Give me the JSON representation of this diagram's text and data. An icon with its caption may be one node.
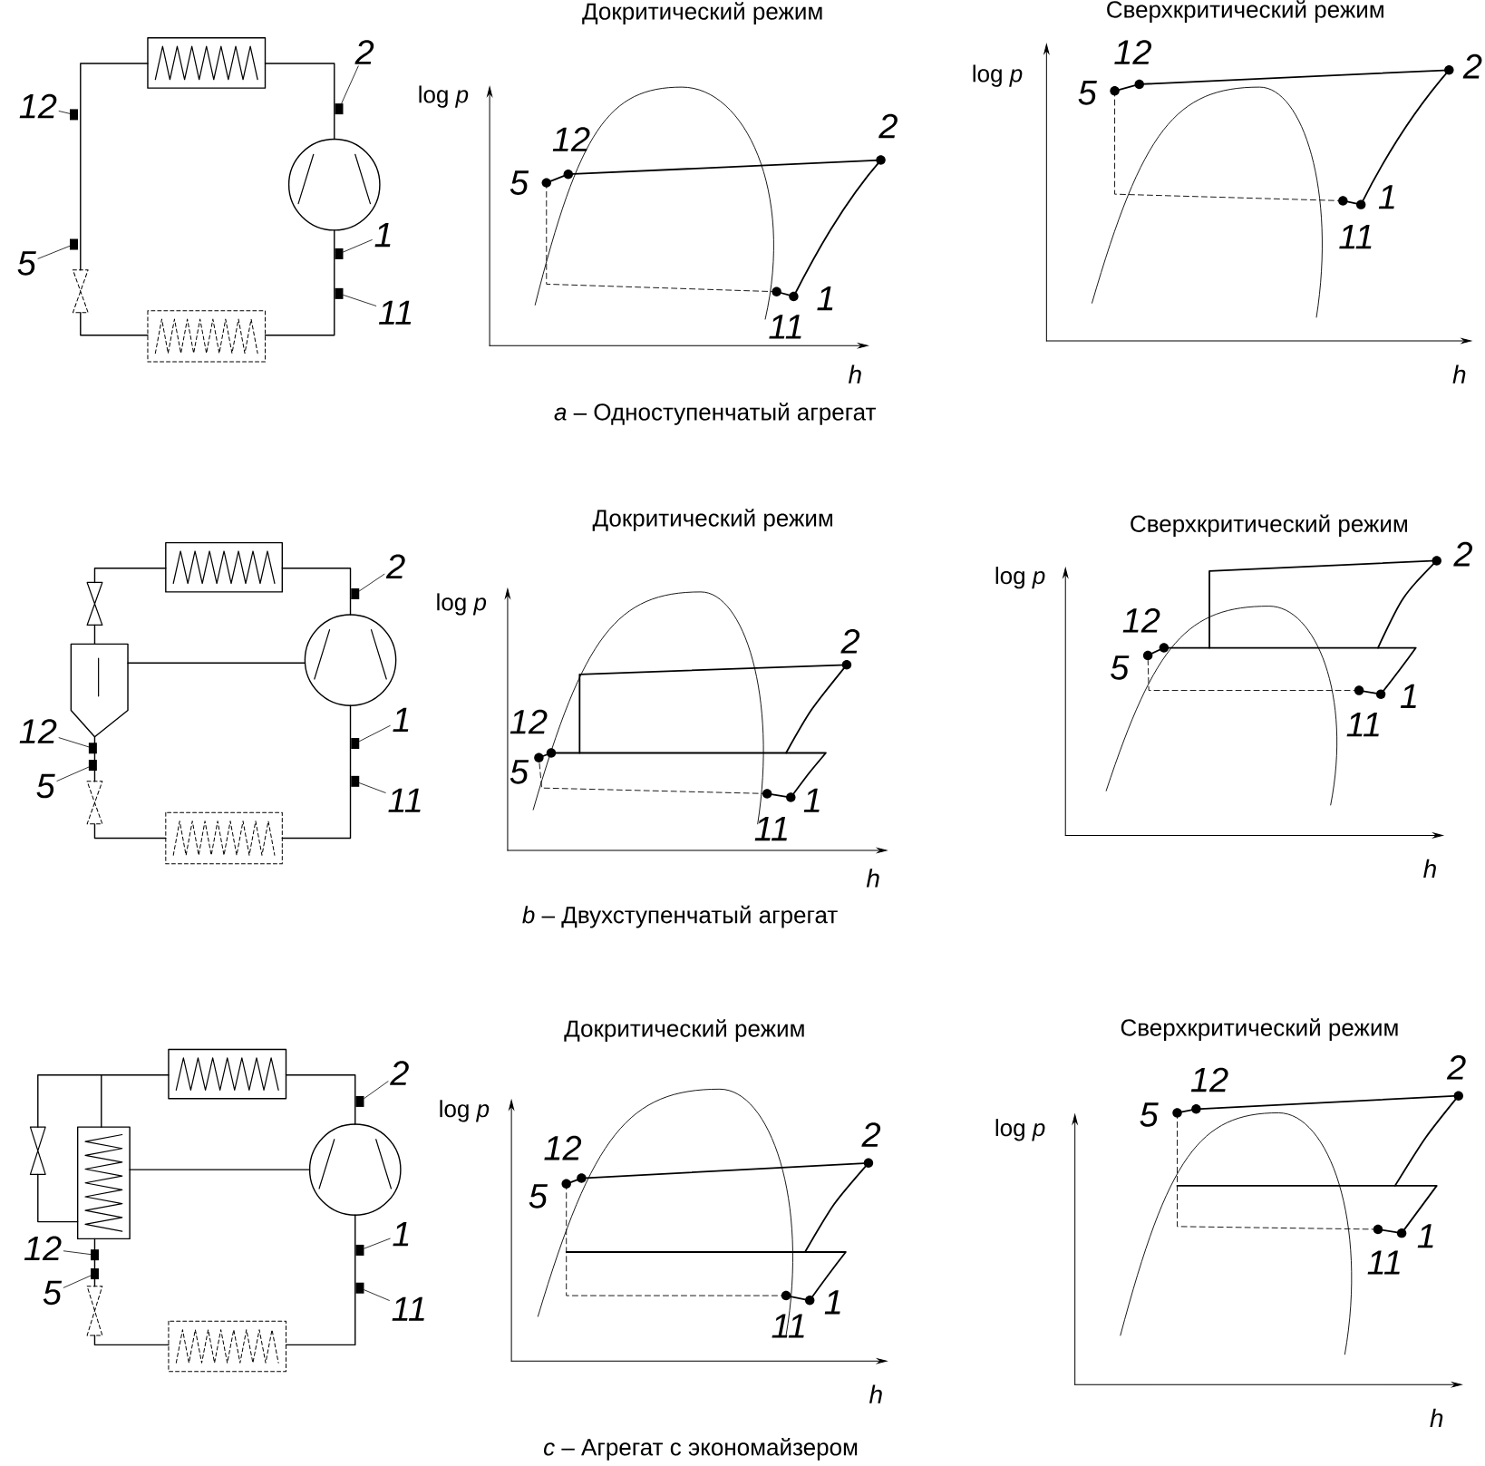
{
  "diagram": {
    "nodes": [
      {
        "text": [
          "12"
        ]
      },
      {
        "text": [
          "5"
        ]
      },
      {
        "text": [
          "2"
        ]
      },
      {
        "text": [
          "1"
        ]
      },
      {
        "text": [
          "11"
        ]
      },
      {
        "text": [],
        "shape": "box"
      },
      {
        "text": [],
        "shape": "box"
      },
      {
        "text": [],
        "shape": "box"
      },
      {
        "text": [],
        "shape": "box"
      },
      {
        "text": [],
        "shape": "box"
      },
      {
        "text": [
          "12"
        ]
      },
      {
        "text": [
          "5"
        ]
      },
      {
        "text": [
          "2"
        ]
      },
      {
        "text": [
          "1"
        ]
      },
      {
        "text": [
          "11"
        ]
      },
      {
        "text": [],
        "shape": "box"
      },
      {
        "text": [],
        "shape": "box"
      },
      {
        "text": [],
        "shape": "box"
      },
      {
        "text": [],
        "shape": "box"
      },
      {
        "text": [],
        "shape": "box"
      },
      {
        "text": [
          "12"
        ]
      },
      {
        "text": [
          "5"
        ]
      },
      {
        "text": [
          "2"
        ]
      },
      {
        "text": [
          "1"
        ]
      },
      {
        "text": [
          "11"
        ]
      },
      {
        "text": [],
        "shape": "box"
      },
      {
        "text": [],
        "shape": "box"
      },
      {
        "text": [],
        "shape": "box"
      },
      {
        "text": [],
        "shape": "box"
      },
      {
        "text": [],
        "shape": "box"
      }
    ],
    "edges": [
      {
        "from": 0,
        "to": 5,
        "arrow": "none"
      },
      {
        "from": 1,
        "to": 6,
        "arrow": "none"
      },
      {
        "from": 2,
        "to": 7,
        "arrow": "none"
      },
      {
        "from": 3,
        "to": 8,
        "arrow": "none"
      },
      {
        "from": 4,
        "to": 9,
        "arrow": "none"
      },
      {
        "from": 10,
        "to": 15,
        "arrow": "none"
      },
      {
        "from": 11,
        "to": 16,
        "arrow": "none"
      },
      {
        "from": 12,
        "to": 17,
        "arrow": "none"
      },
      {
        "from": 13,
        "to": 18,
        "arrow": "none"
      },
      {
        "from": 14,
        "to": 19,
        "arrow": "none"
      },
      {
        "from": 20,
        "to": 25,
        "arrow": "none"
      },
      {
        "from": 21,
        "to": 26,
        "arrow": "none"
      },
      {
        "from": 22,
        "to": 27,
        "arrow": "none"
      },
      {
        "from": 23,
        "to": 28,
        "arrow": "none"
      },
      {
        "from": 24,
        "to": 29,
        "arrow": "none"
      }
    ],
    "labels": [
      "Докритический режим",
      "Сверхкритический режим",
      "log *p*",
      "12",
      "5",
      "2",
      "11",
      "1",
      "h",
      "log *p*",
      "12",
      "5",
      "2",
      "11",
      "1",
      "h",
      "*a* – Одноступенчатый агрегат",
      "Докритический режим",
      "Сверхкритический режим",
      "log *p*",
      "12",
      "5",
      "2",
      "11",
      "1",
      "h",
      "log *p*",
      "12",
      "5",
      "2",
      "11",
      "1",
      "h",
      "*b* – Двухступенчатый агрегат",
      "Докритический режим",
      "Сверхкритический режим",
      "log *p*",
      "12",
      "5",
      "2",
      "11",
      "1",
      "h",
      "log *p*",
      "12",
      "5",
      "2",
      "11",
      "1",
      "h",
      "*c* – Агрегат с экономайзером"
    ]
  }
}
